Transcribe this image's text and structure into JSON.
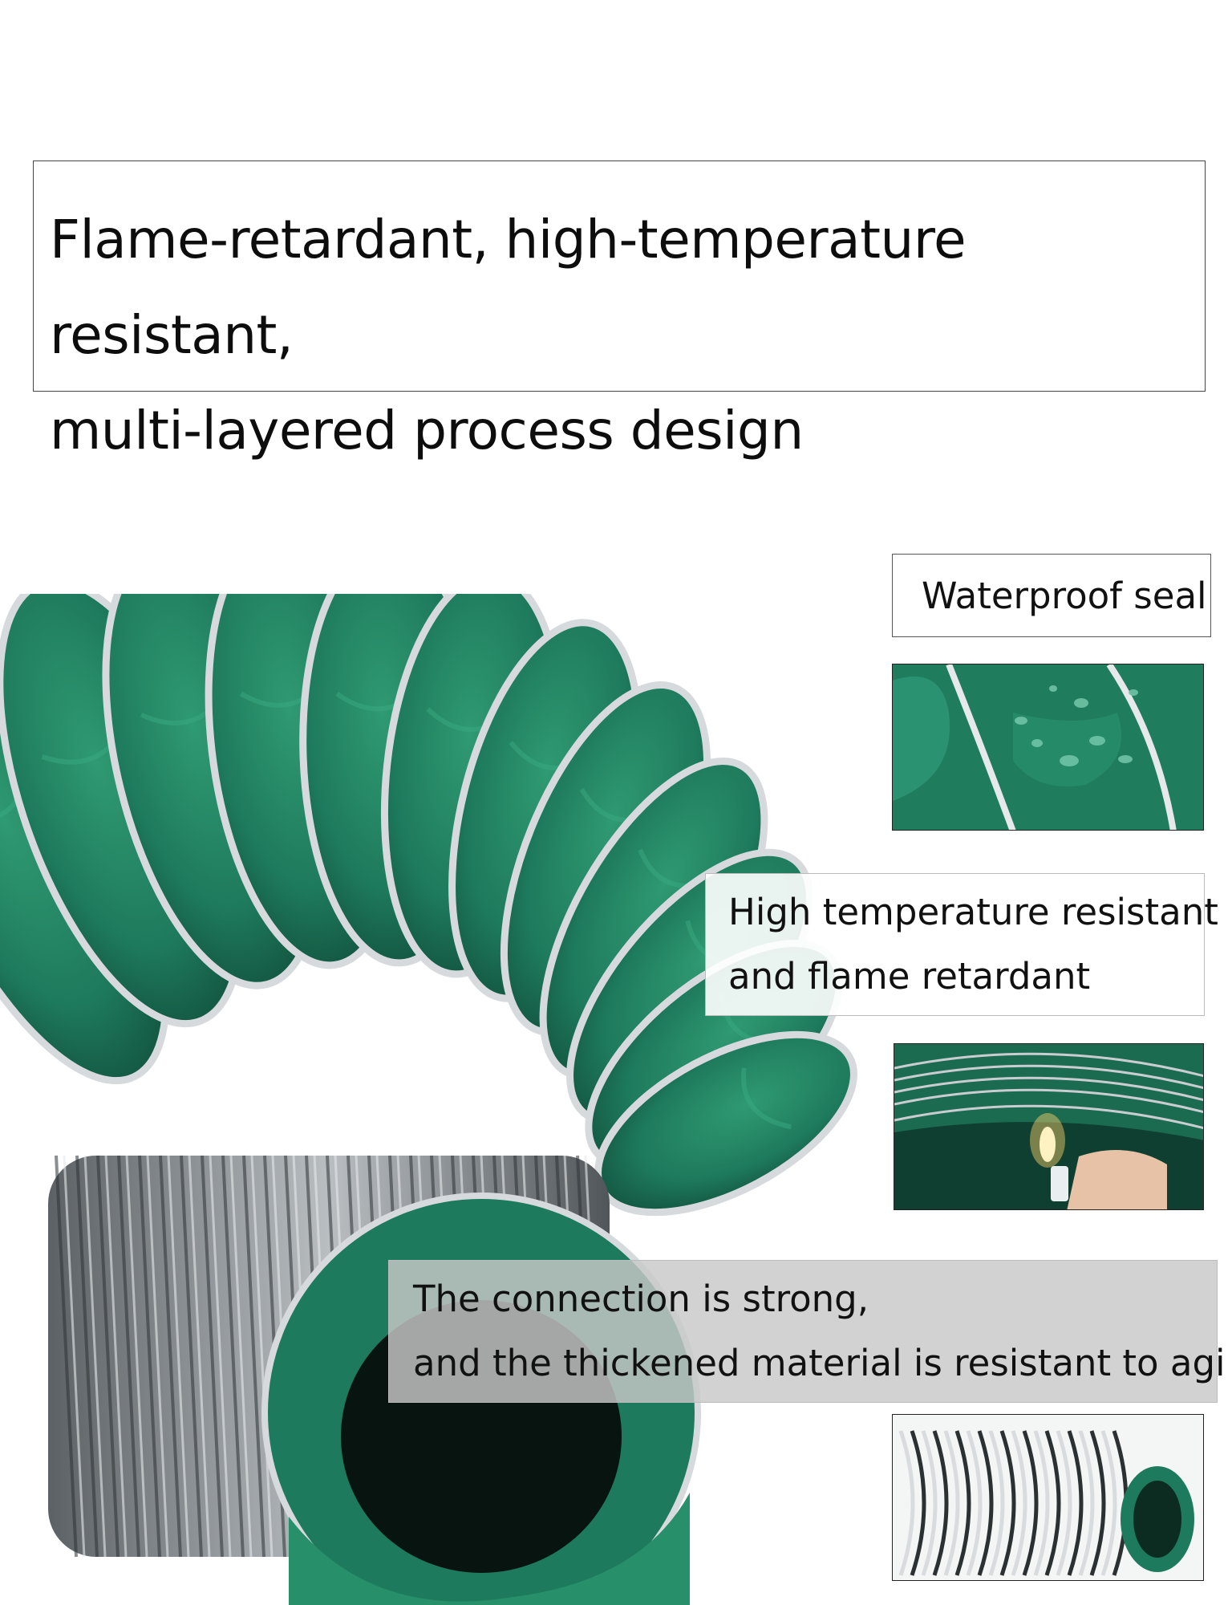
{
  "headline": {
    "line1": "Flame-retardant, high-temperature resistant,",
    "line2": "multi-layered process design"
  },
  "features": {
    "waterproof": {
      "label": "Waterproof seal"
    },
    "high_temp": {
      "line1": "High temperature resistant",
      "line2": "and flame retardant"
    },
    "connection": {
      "line1": "The connection is strong,",
      "line2": "and the thickened material is resistant to aging."
    }
  },
  "colors": {
    "duct_green": "#1e7a5c",
    "duct_green_dark": "#114a38",
    "wire_silver": "#d7dadc",
    "foil_grey": "#8a8f93"
  },
  "icons": {
    "waterproof_detail": "water-droplets-on-fabric",
    "flame_detail": "lighter-flame",
    "connection_detail": "coiled-duct-end"
  }
}
